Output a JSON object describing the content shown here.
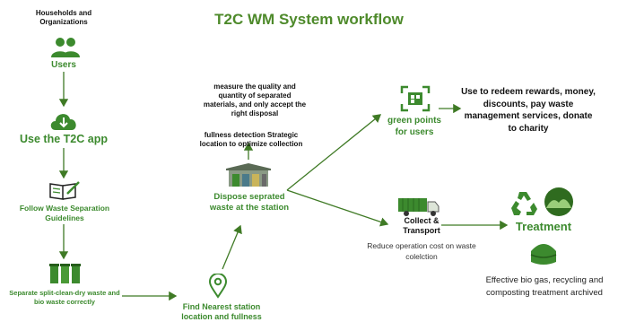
{
  "title": "T2C WM System workflow",
  "colors": {
    "primary": "#3c8a2e",
    "title": "#4e8a2b",
    "arrow": "#3f7a25"
  },
  "nodes": {
    "households": "Households and Organizations",
    "users": "Users",
    "app": "Use the T2C app",
    "guidelines": "Follow Waste Separation Guidelines",
    "separate": "Separate split-clean-dry waste and bio waste correctly",
    "find_station": "Find Nearest station location and fullness",
    "measure": "measure the quality and quantity of separated materials, and only accept the right disposal",
    "fullness": "fullness detection Strategic location to optimize collection",
    "dispose": "Dispose seprated waste at the station",
    "green_points": "green points for users",
    "rewards": "Use to redeem rewards, money, discounts, pay waste management services, donate to charity",
    "collect": "Collect & Transport",
    "reduce": "Reduce operation cost on waste colelction",
    "treatment": "Treatment",
    "effective": "Effective bio gas, recycling and composting treatment archived"
  },
  "icons": [
    "users-icon",
    "cloud-download-icon",
    "open-book-pencil-icon",
    "recycle-bins-icon",
    "location-pin-icon",
    "station-building-icon",
    "qr-code-icon",
    "garbage-truck-icon",
    "recycle-icon",
    "landfill-icon",
    "biogas-tank-icon"
  ]
}
